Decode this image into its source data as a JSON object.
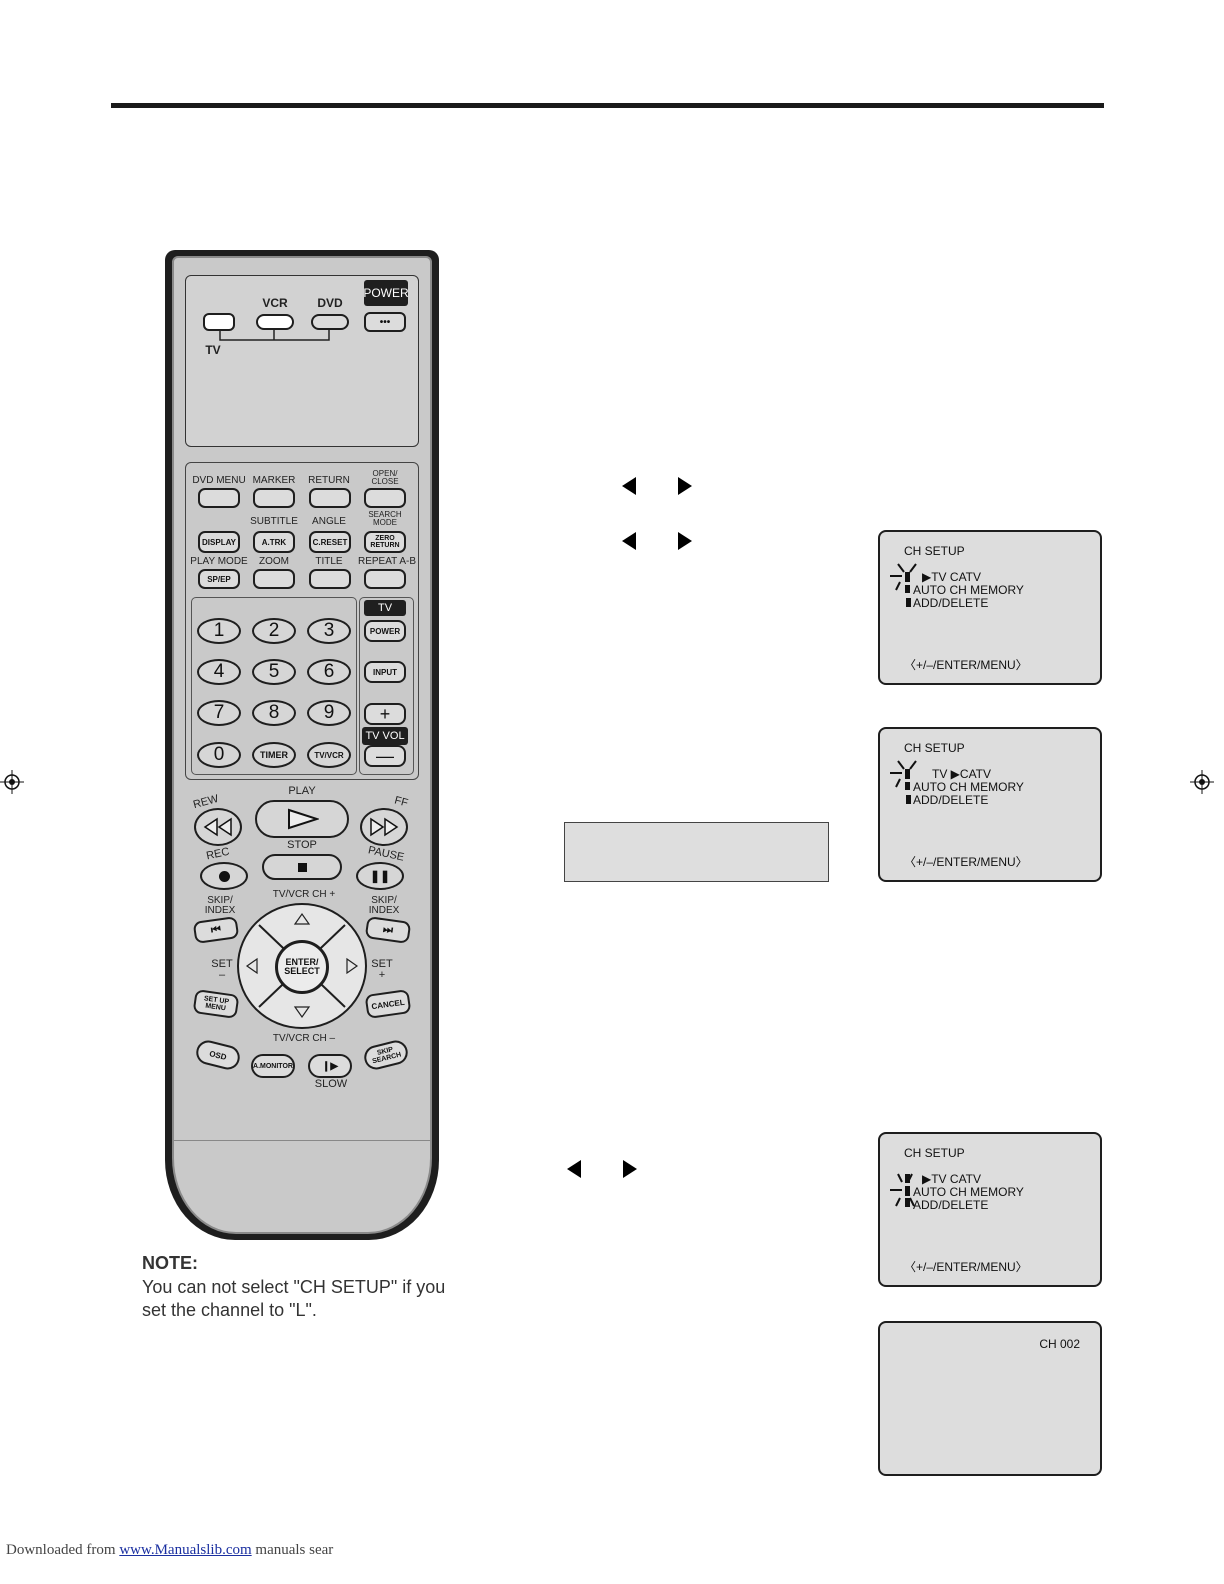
{
  "remote": {
    "mode": {
      "vcr": "VCR",
      "dvd": "DVD",
      "tv": "TV",
      "power": "POWER"
    },
    "row1": [
      "DVD MENU",
      "MARKER",
      "RETURN",
      "OPEN/\nCLOSE"
    ],
    "row2_labels": [
      "SUBTITLE",
      "ANGLE",
      "SEARCH\nMODE"
    ],
    "row2_buttons": [
      "DISPLAY",
      "A.TRK",
      "C.RESET",
      "ZERO\nRETURN"
    ],
    "row3_labels": [
      "PLAY MODE",
      "ZOOM",
      "TITLE",
      "REPEAT A-B"
    ],
    "row3_buttons": [
      "SP/EP"
    ],
    "numbers": [
      "1",
      "2",
      "3",
      "4",
      "5",
      "6",
      "7",
      "8",
      "9",
      "0"
    ],
    "timer": "TIMER",
    "tvvcr": "TV/VCR",
    "side": {
      "tv": "TV",
      "power": "POWER",
      "input": "INPUT",
      "vol": "TV VOL"
    },
    "transport": {
      "play": "PLAY",
      "rew": "REW",
      "ff": "FF",
      "rec": "REC",
      "stop": "STOP",
      "pause": "PAUSE"
    },
    "nav": {
      "skip_index": "SKIP/\nINDEX",
      "ch_up": "TV/VCR CH +",
      "ch_down": "TV/VCR CH –",
      "set_minus": "SET\n–",
      "set_plus": "SET\n+",
      "enter": "ENTER/\nSELECT",
      "setup_menu": "SET UP\nMENU",
      "cancel": "CANCEL"
    },
    "bottom": {
      "osd": "OSD",
      "amonitor": "A.MONITOR",
      "skip_search": "SKIP\nSEARCH",
      "slow": "SLOW"
    }
  },
  "note": {
    "title": "NOTE:",
    "line1": "You can not select \"CH SETUP\" if you",
    "line2": "set the channel to \"L\"."
  },
  "osd_screens": [
    {
      "title": "CH SETUP",
      "row1": "▶TV    CATV",
      "row2": "AUTO CH MEMORY",
      "row3": "ADD/DELETE",
      "footer": "〈+/–/ENTER/MENU〉"
    },
    {
      "title": "CH SETUP",
      "row1": "TV  ▶CATV",
      "row2": "AUTO CH MEMORY",
      "row3": "ADD/DELETE",
      "footer": "〈+/–/ENTER/MENU〉"
    },
    {
      "title": "CH SETUP",
      "row1": "▶TV    CATV",
      "row2": "AUTO CH MEMORY",
      "row3": "ADD/DELETE",
      "footer": "〈+/–/ENTER/MENU〉"
    },
    {
      "channel": "CH 002"
    }
  ],
  "footer": {
    "prefix": "Downloaded from ",
    "link": "www.Manualslib.com",
    "suffix": " manuals sear"
  }
}
